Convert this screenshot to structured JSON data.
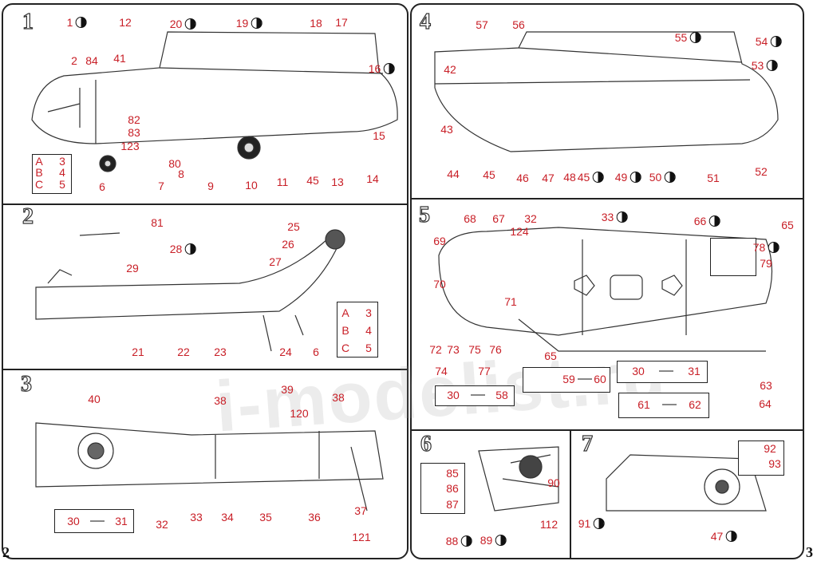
{
  "page_numbers": {
    "left": "2",
    "right": "3"
  },
  "watermark": "i-modelist.ru",
  "panels": {
    "p1": {
      "step": "1",
      "labels": [
        "1",
        "12",
        "20",
        "19",
        "18",
        "17",
        "2",
        "84",
        "41",
        "16",
        "82",
        "83",
        "123",
        "80",
        "8",
        "9",
        "10",
        "11",
        "45",
        "13",
        "14",
        "15",
        "6",
        "7"
      ],
      "legend": [
        "A",
        "3",
        "B",
        "4",
        "C",
        "5"
      ]
    },
    "p2": {
      "step": "2",
      "labels": [
        "81",
        "25",
        "26",
        "28",
        "27",
        "29",
        "21",
        "22",
        "23",
        "24",
        "6"
      ],
      "legend": [
        "A",
        "3",
        "B",
        "4",
        "C",
        "5"
      ]
    },
    "p3": {
      "step": "3",
      "labels": [
        "40",
        "38",
        "39",
        "120",
        "38",
        "32",
        "33",
        "34",
        "35",
        "36",
        "37",
        "121"
      ],
      "arrow_box": [
        "30",
        "31"
      ]
    },
    "p4": {
      "step": "4",
      "labels": [
        "57",
        "56",
        "55",
        "54",
        "53",
        "42",
        "43",
        "44",
        "45",
        "46",
        "47",
        "48",
        "45",
        "49",
        "50",
        "51",
        "52"
      ]
    },
    "p5": {
      "step": "5",
      "labels": [
        "68",
        "67",
        "32",
        "33",
        "66",
        "65",
        "124",
        "69",
        "78",
        "79",
        "70",
        "71",
        "72",
        "73",
        "75",
        "76",
        "74",
        "77",
        "65",
        "63",
        "64"
      ],
      "arrow_box_a": [
        "30",
        "58"
      ],
      "arrow_box_b": [
        "59",
        "60"
      ],
      "arrow_box_c": [
        "30",
        "31"
      ],
      "arrow_box_d": [
        "61",
        "62"
      ]
    },
    "p6": {
      "step": "6",
      "labels": [
        "85",
        "86",
        "87",
        "90",
        "112",
        "88",
        "89"
      ]
    },
    "p7": {
      "step": "7",
      "labels": [
        "92",
        "93",
        "91",
        "47"
      ]
    }
  },
  "colors": {
    "label": "#c81e26",
    "line": "#222222"
  }
}
